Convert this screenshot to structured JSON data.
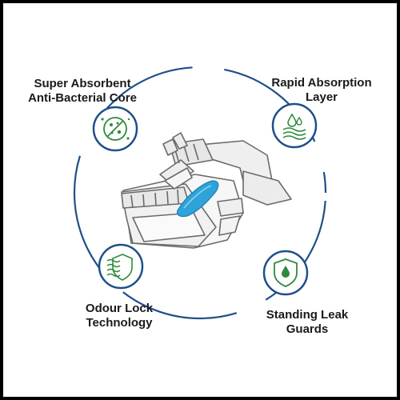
{
  "features": [
    {
      "id": "core",
      "lines": [
        "Super Absorbent",
        "Anti-Bacterial Core"
      ],
      "icon": "bacteria-shield-icon"
    },
    {
      "id": "absorption",
      "lines": [
        "Rapid Absorption",
        "Layer"
      ],
      "icon": "water-drops-layers-icon"
    },
    {
      "id": "odour",
      "lines": [
        "Odour Lock",
        "Technology"
      ],
      "icon": "odour-waves-shield-icon"
    },
    {
      "id": "guards",
      "lines": [
        "Standing Leak",
        "Guards"
      ],
      "icon": "drop-shield-icon"
    }
  ],
  "colors": {
    "ring": "#1e4f8a",
    "icon_border": "#1e4f8a",
    "icon_green": "#2f8a3c",
    "core_blue": "#2ea3d9",
    "diaper_stroke": "#6b6b6b",
    "frame": "#000000"
  },
  "product_image": "adult-diaper-illustration"
}
